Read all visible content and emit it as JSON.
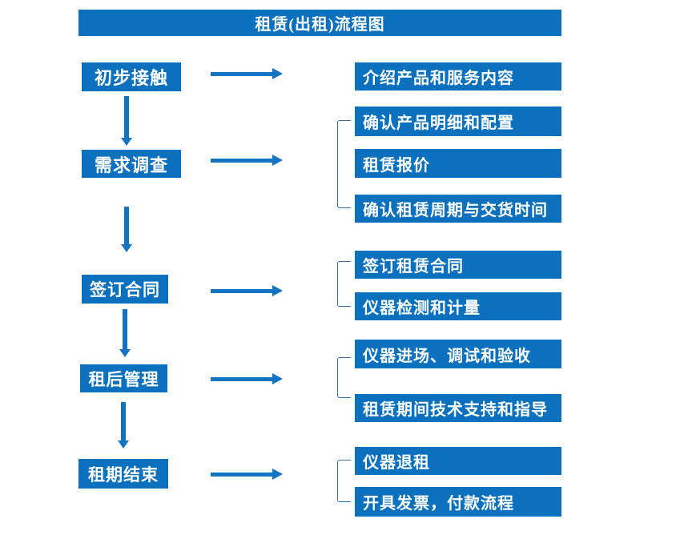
{
  "header": {
    "title": "租赁(出租)流程图"
  },
  "colors": {
    "box_fill": "#0b70bd",
    "arrow": "#1573c4",
    "bracket": "#2e75b6",
    "box_text": "#ffffff",
    "page_background": "#ffffff"
  },
  "flow": {
    "steps": [
      {
        "label": "初步接触",
        "details": [
          "介绍产品和服务内容"
        ]
      },
      {
        "label": "需求调查",
        "details": [
          "确认产品明细和配置",
          "租赁报价",
          "确认租赁周期与交货时间"
        ]
      },
      {
        "label": "签订合同",
        "details": [
          "签订租赁合同",
          "仪器检测和计量"
        ]
      },
      {
        "label": "租后管理",
        "details": [
          "仪器进场、调试和验收",
          "租赁期间技术支持和指导"
        ]
      },
      {
        "label": "租期结束",
        "details": [
          "仪器退租",
          "开具发票，付款流程"
        ]
      }
    ]
  }
}
